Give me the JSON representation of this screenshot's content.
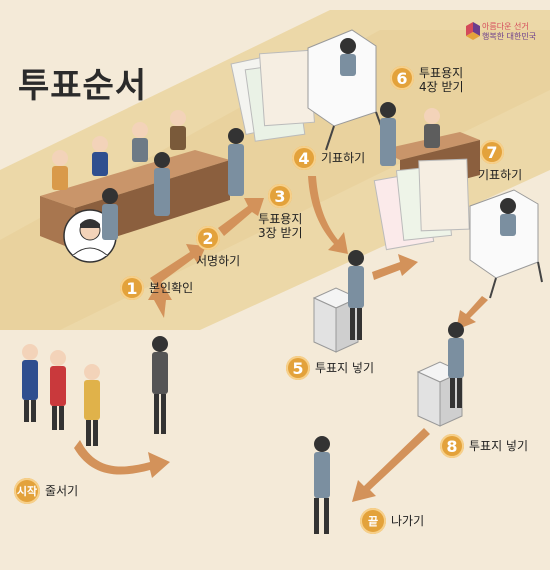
{
  "title": "투표순서",
  "brand": {
    "line1": "아름다운 선거",
    "line2": "행복한 대한민국"
  },
  "colors": {
    "background": "#f4ead8",
    "stripe": "#e2c98a",
    "accent": "#e3a23b",
    "arrow": "#d3925a"
  },
  "steps": [
    {
      "num": "시작",
      "label": "줄서기"
    },
    {
      "num": "1",
      "label": "본인확인"
    },
    {
      "num": "2",
      "label": "서명하기"
    },
    {
      "num": "3",
      "label_line1": "투표용지",
      "label_line2": "3장 받기"
    },
    {
      "num": "4",
      "label": "기표하기"
    },
    {
      "num": "5",
      "label": "투표지 넣기"
    },
    {
      "num": "6",
      "label_line1": "투표용지",
      "label_line2": "4장 받기"
    },
    {
      "num": "7",
      "label": "기표하기"
    },
    {
      "num": "8",
      "label": "투표지 넣기"
    },
    {
      "num": "끝",
      "label": "나가기"
    }
  ]
}
